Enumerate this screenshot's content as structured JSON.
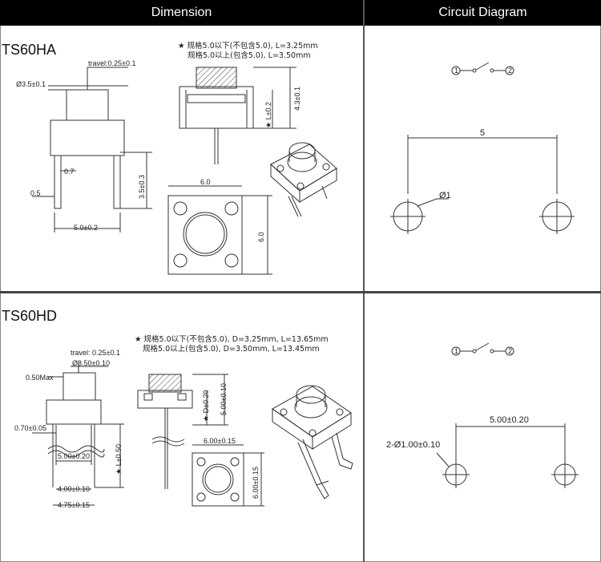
{
  "headers": {
    "dimension": "Dimension",
    "circuit": "Circuit Diagram"
  },
  "model_a": {
    "name": "TS60HA",
    "note_line1": "★ 规格5.0以下(不包含5.0), L=3.25mm",
    "note_line2": "规格5.0以上(包含5.0), L=3.50mm",
    "travel": "travel:0.25±0.1",
    "dia": "Ø3.5±0.1",
    "d07": "0.7",
    "d05": "0.5",
    "d35": "3.5±0.3",
    "d50": "5.0±0.2",
    "d43": "4.3±0.1",
    "dL": "★ L±0.2",
    "w60": "6.0",
    "h60": "6.0"
  },
  "circuit_a": {
    "pin1": "1",
    "pin2": "2",
    "spacing": "5",
    "hole": "Ø1"
  },
  "model_d": {
    "name": "TS60HD",
    "note_line1": "★ 规格5.0以下(不包含5.0), D=3.25mm, L=13.65mm",
    "note_line2": "规格5.0以上(包含5.0), D=3.50mm, L=13.45mm",
    "travel": "travel: 0.25±0.1",
    "dia": "Ø3.50±0.10",
    "max": "0.50Max",
    "d070": "0.70±0.05",
    "d500": "5.00±0.20",
    "d400": "4.00±0.10",
    "d475": "4.75±0.15",
    "dL": "★ L±0.50",
    "dD": "★ D±0.20",
    "d500v": "5.00±0.10",
    "w600": "6.00±0.15",
    "h600": "6.00±0.15"
  },
  "circuit_d": {
    "pin1": "1",
    "pin2": "2",
    "spacing": "5.00±0.20",
    "hole": "2-Ø1.00±0.10"
  }
}
